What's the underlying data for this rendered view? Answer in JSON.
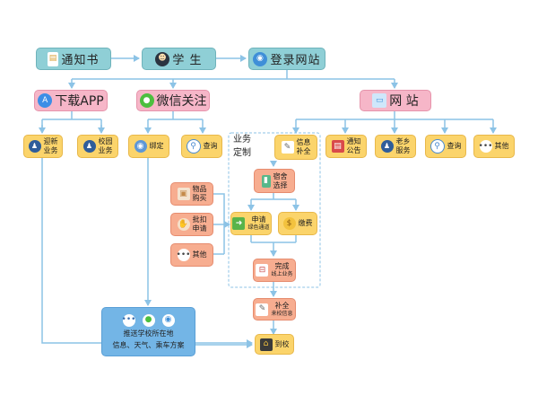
{
  "top": {
    "notice": "通知书",
    "student": "学 生",
    "login": "登录网站"
  },
  "channels": {
    "app": "下载APP",
    "wechat": "微信关注",
    "web": "网 站"
  },
  "app_items": {
    "welcome": [
      "迎新",
      "业务"
    ],
    "campus": [
      "校园",
      "业务"
    ]
  },
  "wechat_items": {
    "bind": "绑定",
    "query": "查询"
  },
  "web_items": {
    "custom": [
      "业务",
      "定制"
    ],
    "info": [
      "信息",
      "补全"
    ],
    "notice": [
      "通知",
      "公告"
    ],
    "alumni": [
      "老乡",
      "服务"
    ],
    "query": "查询",
    "other": "其他"
  },
  "flow": {
    "dorm": [
      "宿舍",
      "选择"
    ],
    "goods": [
      "物品",
      "购买"
    ],
    "loan": [
      "批扣",
      "申请"
    ],
    "other": "其他",
    "apply": "申请",
    "apply_sub": "绿色通道",
    "pay": "缴费",
    "done": "完成",
    "done_sub": "线上业务",
    "fill": "补全",
    "fill_sub": "来校信息",
    "push": [
      "推送学校所在地",
      "信息、天气、乘车方案"
    ],
    "arrive": "到校"
  }
}
